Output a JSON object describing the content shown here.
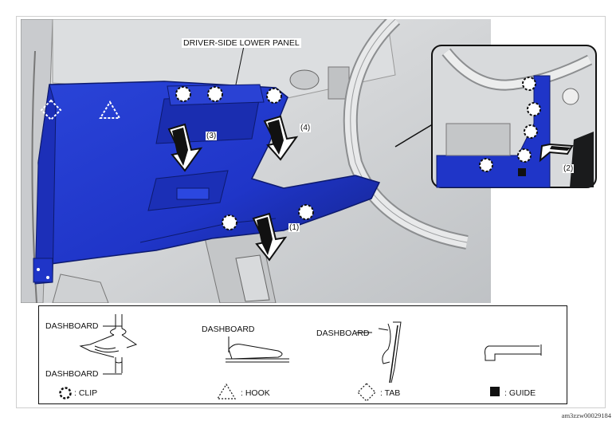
{
  "callouts": {
    "panel_label": "DRIVER-SIDE LOWER PANEL",
    "step1": "(1)",
    "step2": "(2)",
    "step3": "(3)",
    "step4": "(4)"
  },
  "legend": {
    "clip_left_dashboard_top": "DASHBOARD",
    "clip_left_dashboard_bottom": "DASHBOARD",
    "hook_dashboard": "DASHBOARD",
    "tab_dashboard": "DASHBOARD",
    "clip_label": ": CLIP",
    "hook_label": ": HOOK",
    "tab_label": ": TAB",
    "guide_label": ": GUIDE"
  },
  "figure_id": "am3zzw00029184",
  "colors": {
    "panel_blue": "#1f35c8",
    "panel_dark": "#142388",
    "background_gray": "#d4d6d8"
  }
}
